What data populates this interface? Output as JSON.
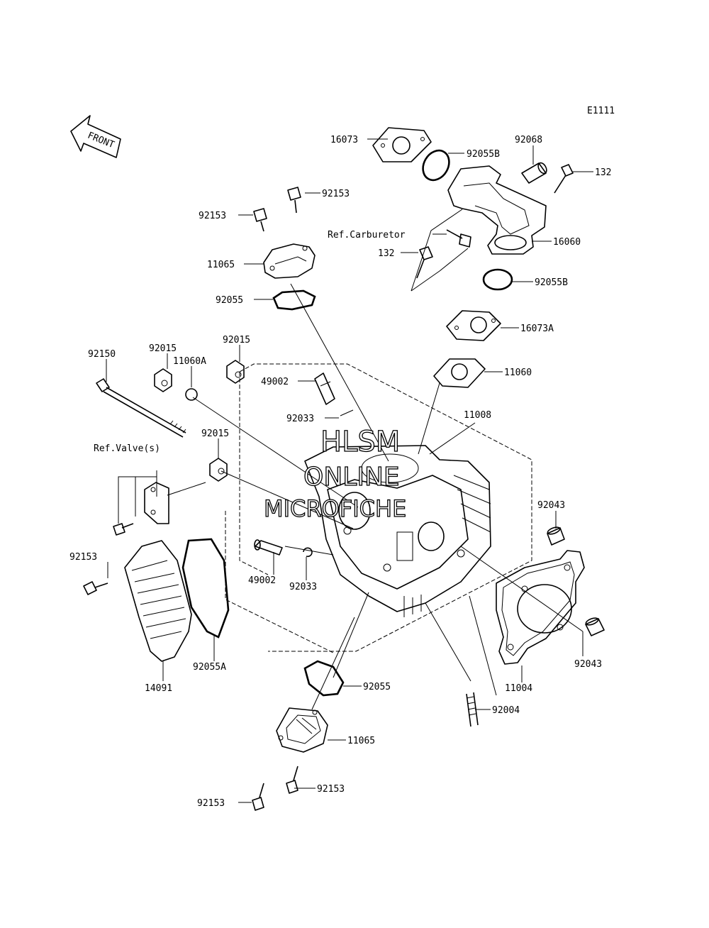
{
  "diagram": {
    "code": "E1111",
    "front_label": "FRONT",
    "watermark": [
      "HLSM",
      "ONLINE",
      "MICROFICHE"
    ],
    "labels": {
      "l16073": "16073",
      "l92055b_top": "92055B",
      "l92068": "92068",
      "l132_top": "132",
      "l92153_a": "92153",
      "l92153_b": "92153",
      "lref_carb": "Ref.Carburetor",
      "l132_mid": "132",
      "l16060": "16060",
      "l11065_top": "11065",
      "l92055b_mid": "92055B",
      "l92055_top": "92055",
      "l16073a": "16073A",
      "l92150": "92150",
      "l92015_a": "92015",
      "l11060a": "11060A",
      "l92015_b": "92015",
      "l49002_top": "49002",
      "l11060": "11060",
      "l92033_top": "92033",
      "l11008": "11008",
      "l92015_c": "92015",
      "lref_valve": "Ref.Valve(s)",
      "l92043_top": "92043",
      "l92153_c": "92153",
      "l49002_bot": "49002",
      "l92033_bot": "92033",
      "l92043_bot": "92043",
      "l14091": "14091",
      "l92055a": "92055A",
      "l11004": "11004",
      "l92055_bot": "92055",
      "l92004": "92004",
      "l11065_bot": "11065",
      "l92153_d": "92153",
      "l92153_e": "92153"
    }
  }
}
